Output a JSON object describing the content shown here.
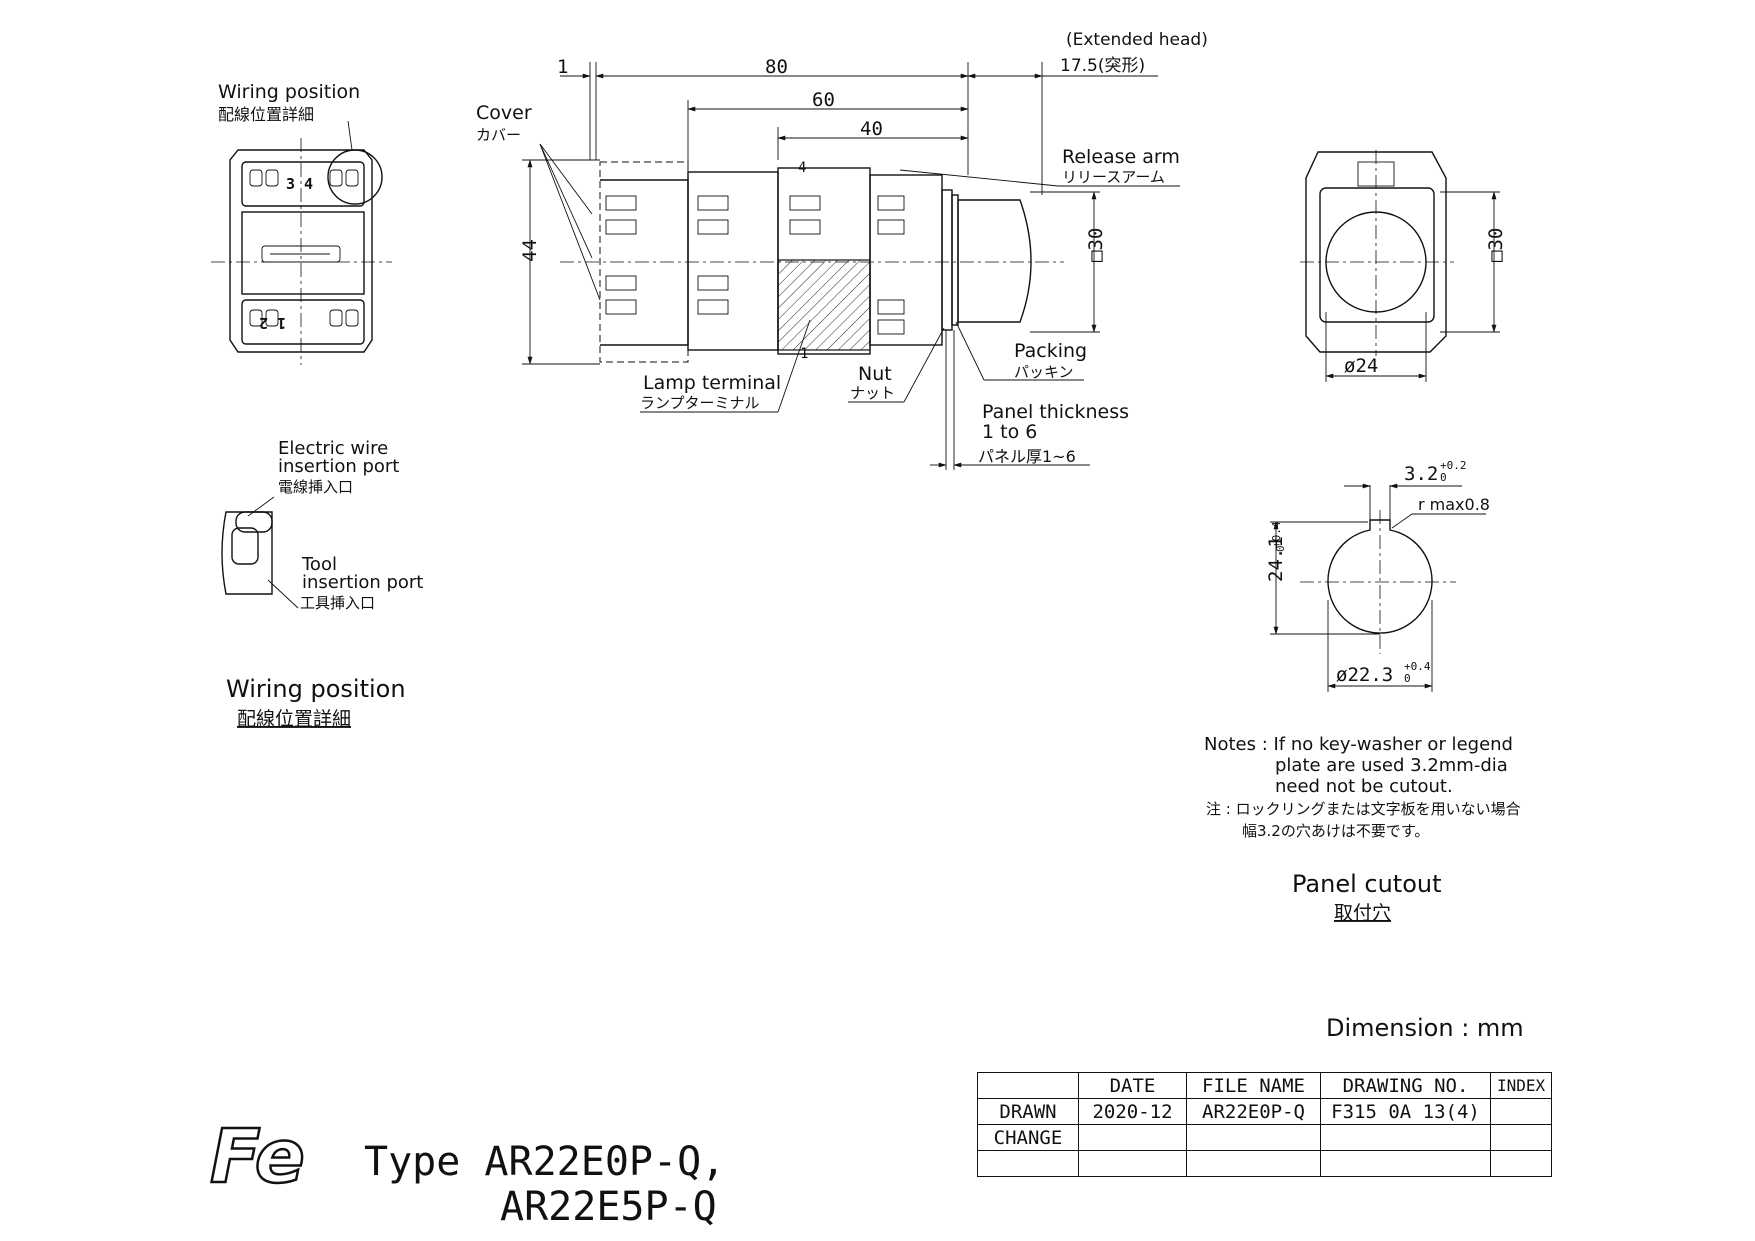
{
  "dims": {
    "d1": "1",
    "d80": "80",
    "d60": "60",
    "d40": "40",
    "d44": "44",
    "d30a": "□30",
    "d30b": "□30",
    "d24": "ø24",
    "extended_head": "(Extended head)",
    "d17_5": "17.5(突形)",
    "slot_w": "3.2",
    "slot_tol": "+0.2",
    "slot_tol0": "0",
    "rmax": "r max0.8",
    "h24_1": "24.1",
    "h24_1_tol": "+0.4",
    "h24_1_tol0": "0",
    "dia22_3": "ø22.3",
    "dia22_3_tol": "+0.4",
    "dia22_3_tol0": "0"
  },
  "labels": {
    "wiring_en": "Wiring position",
    "wiring_jp": "配線位置詳細",
    "cover_en": "Cover",
    "cover_jp": "カバー",
    "release_en": "Release arm",
    "release_jp": "リリースアーム",
    "packing_en": "Packing",
    "packing_jp": "パッキン",
    "nut_en": "Nut",
    "nut_jp": "ナット",
    "lamp_en": "Lamp terminal",
    "lamp_jp": "ランプターミナル",
    "panel_en1": "Panel thickness",
    "panel_en2": "1 to 6",
    "panel_jp": "パネル厚1~6",
    "wire_en1": "Electric wire",
    "wire_en2": "insertion port",
    "wire_jp": "電線挿入口",
    "tool_en1": "Tool",
    "tool_en2": "insertion port",
    "tool_jp": "工具挿入口",
    "wiring_title_en": "Wiring position",
    "wiring_title_jp": "配線位置詳細",
    "cutout_title_en": "Panel cutout",
    "cutout_title_jp": "取付穴",
    "term34": "3 4",
    "term12": "1 2",
    "term4": "4",
    "term1": "1"
  },
  "notes": {
    "en1": "Notes : If no key-washer or legend",
    "en2": "plate are used 3.2mm-dia",
    "en3": "need not be cutout.",
    "jp1": "注 : ロックリングまたは文字板を用いない場合",
    "jp2": "幅3.2の穴あけは不要です。"
  },
  "dimension_unit": "Dimension : mm",
  "title_block": {
    "headers": [
      "",
      "DATE",
      "FILE NAME",
      "DRAWING NO.",
      "INDEX"
    ],
    "rows": [
      [
        "DRAWN",
        "2020-12",
        "AR22E0P-Q",
        "F315 0A 13(4)",
        ""
      ],
      [
        "CHANGE",
        "",
        "",
        "",
        ""
      ],
      [
        "",
        "",
        "",
        "",
        ""
      ]
    ]
  },
  "logo": "Fe",
  "type_line1": "Type  AR22E0P-Q,",
  "type_line2": "AR22E5P-Q"
}
